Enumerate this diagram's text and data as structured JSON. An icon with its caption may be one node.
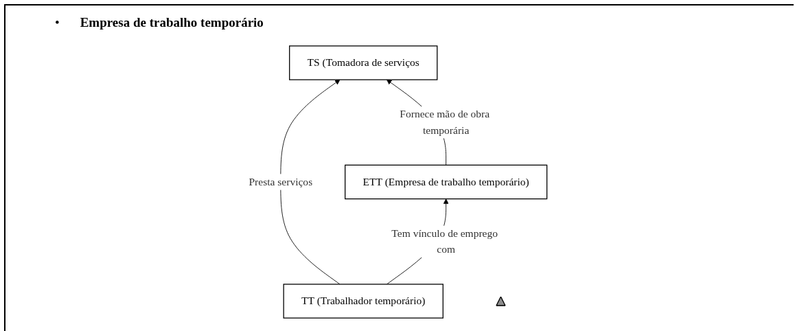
{
  "diagram": {
    "title": "Empresa de trabalho temporário",
    "labels": [
      "•"
    ],
    "nodes": [
      {
        "text": [
          "TS (Tomadora de serviços"
        ]
      },
      {
        "text": [
          "TT (Trabalhador temporário)"
        ]
      },
      {
        "text": [],
        "shape": "triangle"
      },
      {
        "text": [
          "ETT (Empresa de trabalho temporário)"
        ]
      }
    ],
    "edges": [
      {
        "from": 1,
        "to": 0,
        "arrow": "to",
        "label": "Presta serviços"
      },
      {
        "from": 3,
        "to": 0,
        "arrow": "to",
        "label": "Fornece mão de obra temporária"
      },
      {
        "from": 1,
        "to": 3,
        "arrow": "to",
        "label": "Tem vínculo de emprego com"
      }
    ]
  }
}
